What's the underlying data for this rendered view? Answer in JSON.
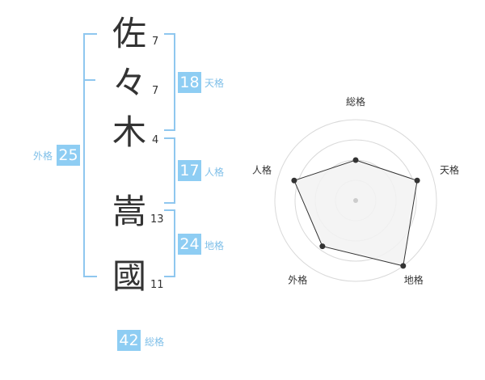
{
  "name": {
    "chars": [
      {
        "char": "佐",
        "strokes": "7"
      },
      {
        "char": "々",
        "strokes": "7"
      },
      {
        "char": "木",
        "strokes": "4"
      },
      {
        "char": "嵩",
        "strokes": "13"
      },
      {
        "char": "國",
        "strokes": "11"
      }
    ]
  },
  "fortune": {
    "tenkaku": {
      "value": "18",
      "label": "天格"
    },
    "jinkaku": {
      "value": "17",
      "label": "人格"
    },
    "chikaku": {
      "value": "24",
      "label": "地格"
    },
    "gaikaku": {
      "value": "25",
      "label": "外格"
    },
    "soukaku": {
      "value": "42",
      "label": "総格"
    }
  },
  "chart_data": {
    "type": "radar",
    "axes": [
      "総格",
      "天格",
      "地格",
      "外格",
      "人格"
    ],
    "values": [
      0.5,
      0.8,
      1.0,
      0.7,
      0.8
    ],
    "range": [
      0,
      1
    ],
    "rings": 4,
    "colors": {
      "fill": "#f2f2f2",
      "line": "#333333",
      "grid": "#d9d9d9",
      "point": "#333333",
      "center": "#cccccc"
    }
  },
  "colors": {
    "accent": "#8ecdf3",
    "bracket": "#8fc7ef",
    "label": "#7fbfe8"
  }
}
